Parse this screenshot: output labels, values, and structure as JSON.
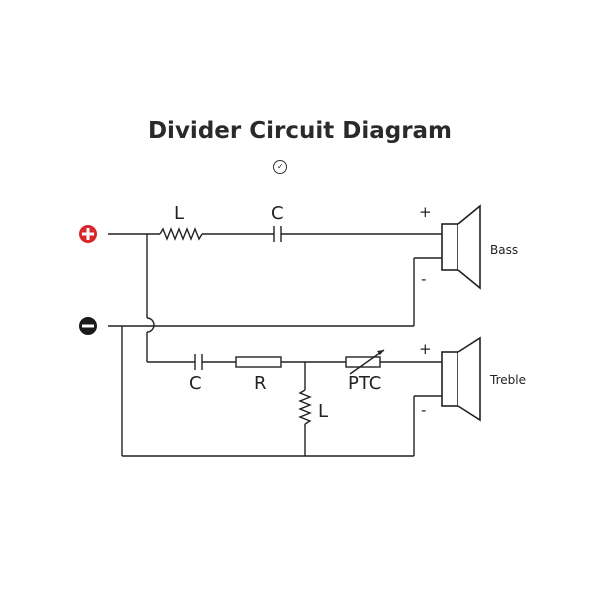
{
  "title": "Divider Circuit Diagram",
  "title_badge_icon": "chevron-down-circle-icon",
  "terminals": {
    "positive": {
      "icon": "plus-circle-icon",
      "color": "#d9262b"
    },
    "negative": {
      "icon": "minus-circle-icon",
      "color": "#1a1a1a"
    }
  },
  "bass_branch": {
    "inductor_label": "L",
    "capacitor_label": "C",
    "speaker_label": "Bass",
    "plus_label": "+",
    "minus_label": "-"
  },
  "treble_branch": {
    "capacitor_label": "C",
    "resistor_label": "R",
    "shunt_inductor_label": "L",
    "ptc_label": "PTC",
    "speaker_label": "Treble",
    "plus_label": "+",
    "minus_label": "-"
  }
}
